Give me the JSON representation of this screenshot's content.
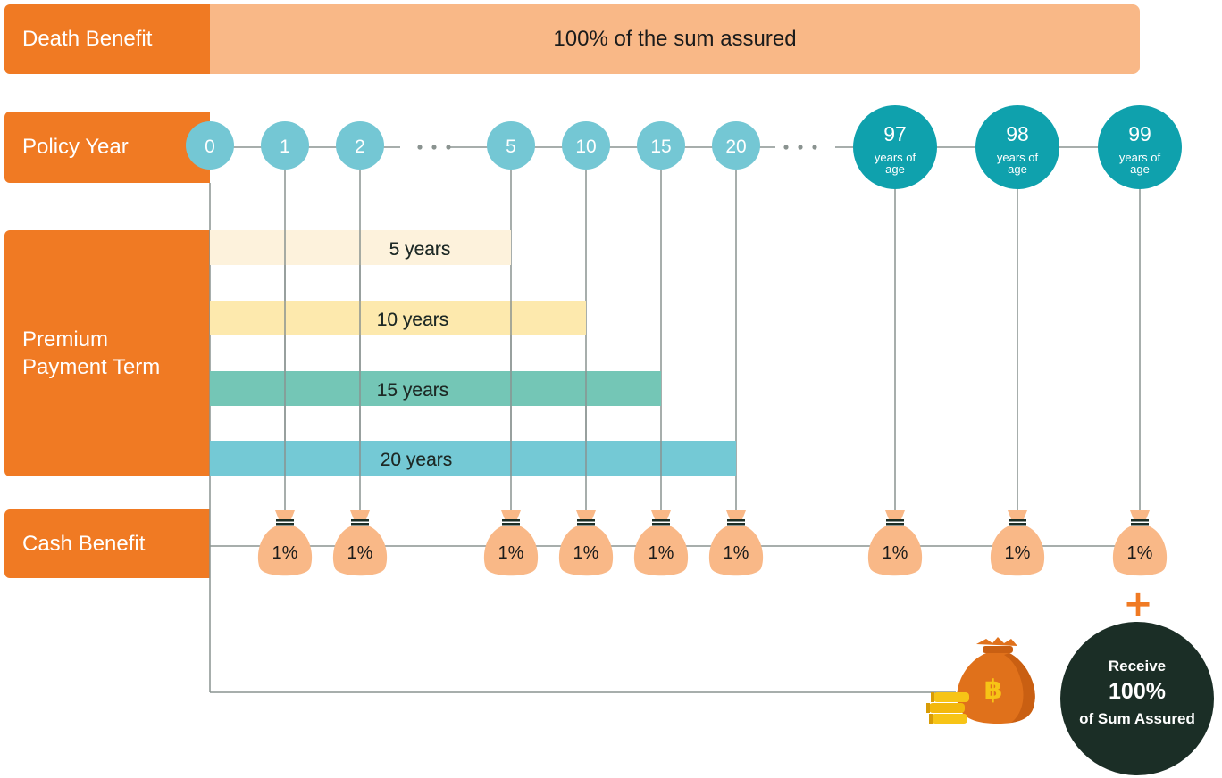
{
  "rows": {
    "death_benefit": "Death Benefit",
    "policy_year": "Policy Year",
    "premium_payment_term": [
      "Premium",
      "Payment Term"
    ],
    "cash_benefit": "Cash Benefit"
  },
  "death_benefit_value": "100% of the sum assured",
  "policy_years": [
    "0",
    "1",
    "2",
    "5",
    "10",
    "15",
    "20"
  ],
  "age_milestones": [
    {
      "age": "97",
      "sub": [
        "years of",
        "age"
      ]
    },
    {
      "age": "98",
      "sub": [
        "years of",
        "age"
      ]
    },
    {
      "age": "99",
      "sub": [
        "years of",
        "age"
      ]
    }
  ],
  "payment_terms": [
    "5 years",
    "10 years",
    "15 years",
    "20 years"
  ],
  "cash_benefit_amount": "1%",
  "plus_symbol": "+",
  "final_payout": {
    "line1": "Receive",
    "line2": "100%",
    "line3": "of Sum Assured"
  },
  "currency_symbol": "฿",
  "colors": {
    "orange": "#f07a23",
    "peach": "#f9b887",
    "light_teal": "#74c7d4",
    "dark_teal": "#0fa1ad",
    "term_5": "#fdf2dc",
    "term_10": "#fde9ad",
    "term_15": "#74c6b6",
    "term_20": "#74c9d5",
    "dark_circle": "#1b2e26",
    "gold": "#f7c416"
  }
}
